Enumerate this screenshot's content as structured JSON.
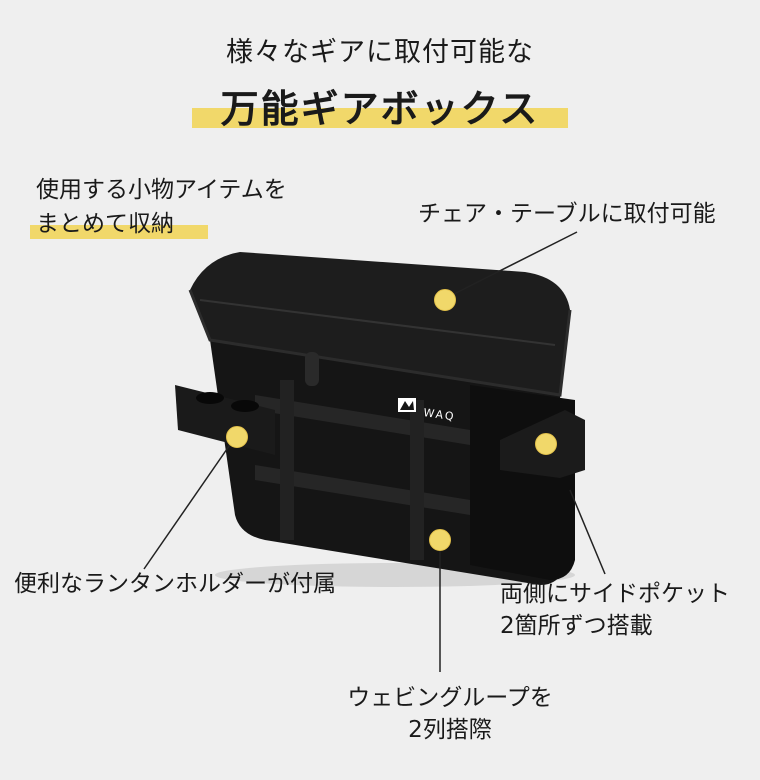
{
  "header": {
    "subtitle": "様々なギアに取付可能な",
    "title": "万能ギアボックス"
  },
  "callouts": {
    "organize_line1": "使用する小物アイテムを",
    "organize_line2": "まとめて収納",
    "chair_table": "チェア・テーブルに取付可能",
    "lantern_holder": "便利なランタンホルダーが付属",
    "side_pocket_line1": "両側にサイドポケット",
    "side_pocket_line2": "2箇所ずつ搭載",
    "webbing_line1": "ウェビングループを",
    "webbing_line2": "2列搭際"
  },
  "product": {
    "brand": "WAQ"
  },
  "colors": {
    "accent": "#f1d86a",
    "background": "#efefef",
    "bag": "#141414"
  }
}
